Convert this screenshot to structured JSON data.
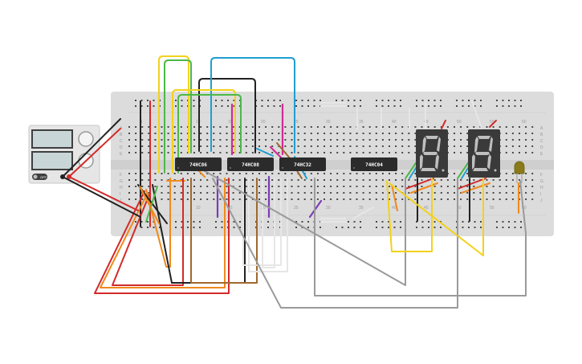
{
  "chips": [
    {
      "label": "74HC86"
    },
    {
      "label": "74HC08"
    },
    {
      "label": "74HC32"
    },
    {
      "label": "74HC04"
    }
  ],
  "breadboard": {
    "column_numbers_top": [
      "1",
      "10",
      "15",
      "20",
      "25",
      "30",
      "35",
      "40",
      "45",
      "50",
      "55",
      "60"
    ],
    "column_numbers_bottom": [
      "10",
      "15",
      "20",
      "25",
      "30",
      "35",
      "40",
      "45",
      "50",
      "55",
      "60"
    ],
    "row_letters_top": [
      "A",
      "B",
      "C",
      "D",
      "E"
    ],
    "row_letters_bottom": [
      "F",
      "G",
      "H",
      "I",
      "J"
    ]
  },
  "power_supply": {
    "switch_label": "OFF"
  },
  "displays": [
    {
      "digit": "8"
    },
    {
      "digit": "8"
    }
  ],
  "colors": {
    "board": "#dcdcdc",
    "chip": "#2b2b2b",
    "display": "#3a3a3a",
    "segment": "#bfbfbf",
    "led": "#8a7a1a",
    "wire_red": "#d32a2a",
    "wire_orange": "#f08a1c",
    "wire_yellow": "#f2d21a",
    "wire_green": "#4cb847",
    "wire_blue": "#1f9fd0",
    "wire_black": "#222222",
    "wire_brown": "#a0682e",
    "wire_gray": "#9a9a9a",
    "wire_magenta": "#d22a96",
    "wire_purple": "#7b3db5",
    "wire_white": "#e6e6e6"
  }
}
